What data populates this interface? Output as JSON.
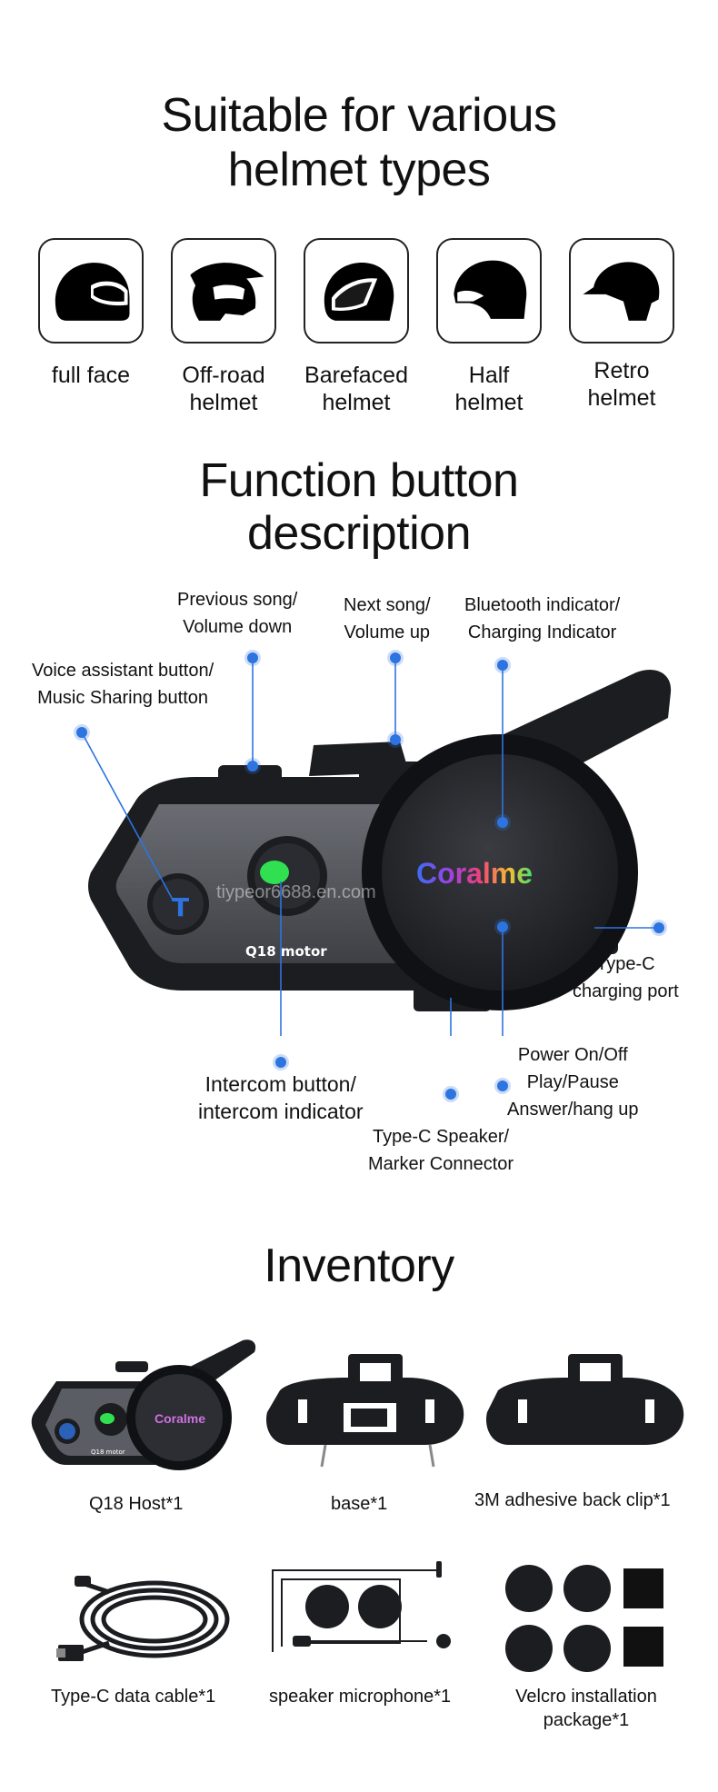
{
  "helmet_section": {
    "title_line1": "Suitable for various",
    "title_line2": "helmet types",
    "helmets": [
      {
        "line1": "full face",
        "line2": ""
      },
      {
        "line1": "Off-road",
        "line2": "helmet"
      },
      {
        "line1": "Barefaced",
        "line2": "helmet"
      },
      {
        "line1": "Half",
        "line2": "helmet"
      },
      {
        "line1": "Retro",
        "line2": "helmet"
      }
    ]
  },
  "function_section": {
    "title_line1": "Function button",
    "title_line2": "description",
    "labels": {
      "prev_song_1": "Previous song/",
      "prev_song_2": "Volume down",
      "next_song_1": "Next song/",
      "next_song_2": "Volume up",
      "bt_1": "Bluetooth indicator/",
      "bt_2": "Charging Indicator",
      "voice_1": "Voice assistant button/",
      "voice_2": "Music Sharing button",
      "typec_1": "Type-C",
      "typec_2": "charging port",
      "power_1": "Power On/Off",
      "power_2": "Play/Pause",
      "power_3": "Answer/hang up",
      "intercom_1": "Intercom button/",
      "intercom_2": "intercom indicator",
      "speaker_1": "Type-C Speaker/",
      "speaker_2": "Marker Connector"
    },
    "device": {
      "brand": "Coralme",
      "model": "Q18 motor",
      "watermark": "tiypeor6688.en.com"
    }
  },
  "inventory_section": {
    "title": "Inventory",
    "items": [
      {
        "label": "Q18 Host*1"
      },
      {
        "label": "base*1"
      },
      {
        "label": "3M adhesive back clip*1"
      },
      {
        "label": "Type-C data cable*1"
      },
      {
        "label": "speaker microphone*1"
      },
      {
        "label_1": "Velcro installation",
        "label_2": "package*1"
      }
    ],
    "mini_brand": "Coralme",
    "mini_model": "Q18 motor"
  },
  "colors": {
    "accent_blue": "#2e74e0",
    "device_dark": "#1c1d20",
    "device_panel": "#55585e"
  }
}
